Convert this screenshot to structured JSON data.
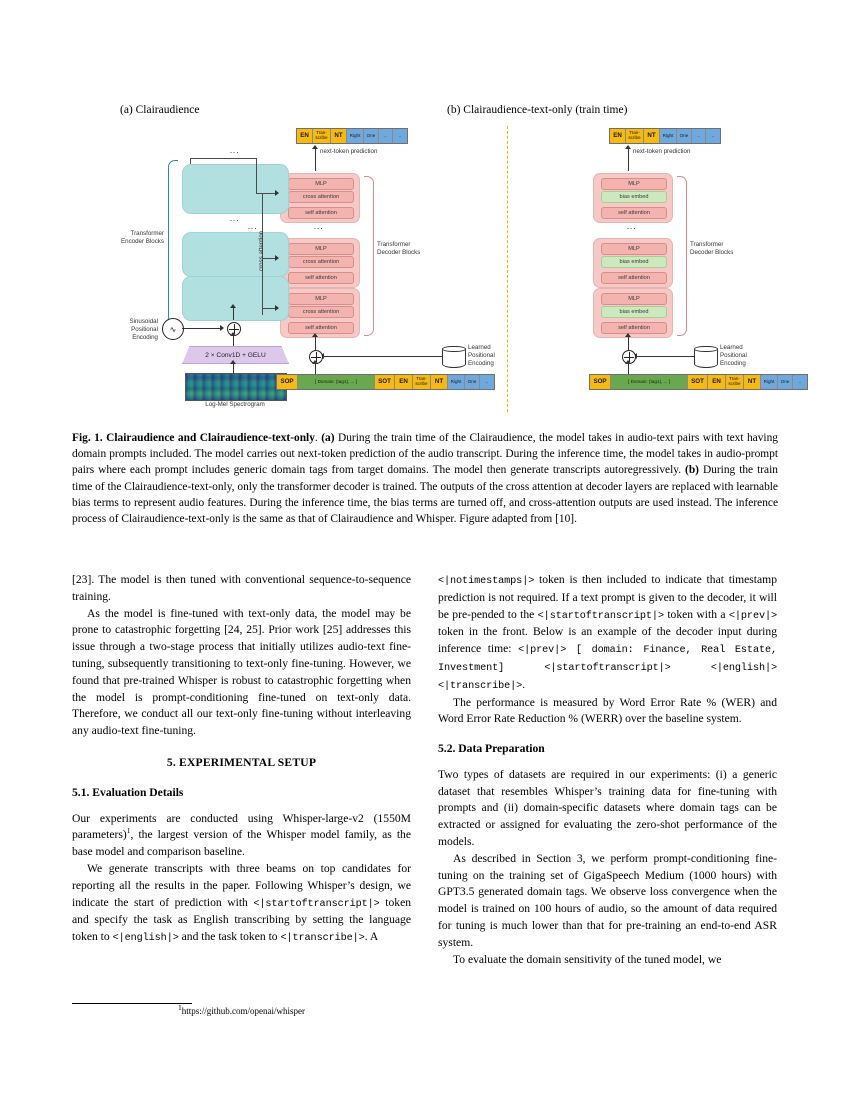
{
  "figure": {
    "panel_a_title": "(a) Clairaudience",
    "panel_b_title": "(b) Clairaudience-text-only (train time)",
    "labels": {
      "encoder_blocks": "Transformer\nEncoder Blocks",
      "sinusoidal": "Sinusoidal\nPositional\nEncoding",
      "conv": "2 × Conv1D + GELU",
      "spectrogram": "Log-Mel Spectrogram",
      "cross_attention": "cross attention",
      "decoder_blocks": "Transformer\nDecoder Blocks",
      "learned_pe": "Learned\nPositional\nEncoding",
      "next_token": "next-token\nprediction",
      "mlp": "MLP",
      "cross_attn_block": "cross attention",
      "self_attn_block": "self attention",
      "bias_embed": "bias embed"
    },
    "output_tokens": [
      {
        "text": "EN",
        "color": "yellow",
        "w": 16
      },
      {
        "text": "Tran-\nscribe",
        "color": "yellow",
        "w": 18,
        "small": true
      },
      {
        "text": "NT",
        "color": "yellow",
        "w": 16
      },
      {
        "text": "Right",
        "color": "blue",
        "w": 17,
        "small": true
      },
      {
        "text": "One",
        "color": "blue",
        "w": 15,
        "small": true
      },
      {
        "text": "..",
        "color": "blue",
        "w": 14,
        "small": true
      },
      {
        "text": "..",
        "color": "blue",
        "w": 14,
        "small": true
      }
    ],
    "input_tokens": [
      {
        "text": "SOP",
        "color": "yellow",
        "w": 21
      },
      {
        "text": "[ Domain: {tag1}, ... ]",
        "color": "green",
        "w": 77,
        "small": true
      },
      {
        "text": "SOT",
        "color": "yellow",
        "w": 20
      },
      {
        "text": "EN",
        "color": "yellow",
        "w": 18
      },
      {
        "text": "Tran-\nscribe",
        "color": "yellow",
        "w": 18,
        "small": true
      },
      {
        "text": "NT",
        "color": "yellow",
        "w": 17
      },
      {
        "text": "Right",
        "color": "blue",
        "w": 17,
        "small": true
      },
      {
        "text": "One",
        "color": "blue",
        "w": 15,
        "small": true
      },
      {
        "text": "..",
        "color": "blue",
        "w": 14,
        "small": true
      }
    ],
    "colors": {
      "encoder_block": "#b2e0e0",
      "decoder_block": "#f6c9c6",
      "sub_block": "#f3b3ae",
      "bias_block": "#cde8bf",
      "conv_block": "#ddc8ec",
      "token_yellow": "#f5b912",
      "token_green": "#6aa84f",
      "token_blue": "#6fa8dc",
      "divider": "#f0b400"
    }
  },
  "caption": {
    "label": "Fig. 1",
    "title": "Clairaudience and Clairaudience-text-only",
    "part_a_tag": "(a)",
    "part_a": "During the train time of the Clairaudience, the model takes in audio-text pairs with text having domain prompts included. The model carries out next-token prediction of the audio transcript. During the inference time, the model takes in audio-prompt pairs where each prompt includes generic domain tags from target domains. The model then generate transcripts autoregressively.",
    "part_b_tag": "(b)",
    "part_b": "During the train time of the Clairaudience-text-only, only the transformer decoder is trained. The outputs of the cross attention at decoder layers are replaced with learnable bias terms to represent audio features. During the inference time, the bias terms are turned off, and cross-attention outputs are used instead. The inference process of Clairaudience-text-only is the same as that of Clairaudience and Whisper. Figure adapted from [10]."
  },
  "body": {
    "left": {
      "p1": "[23]. The model is then tuned with conventional sequence-to-sequence training.",
      "p2": "As the model is fine-tuned with text-only data, the model may be prone to catastrophic forgetting [24, 25]. Prior work [25] addresses this issue through a two-stage process that initially utilizes audio-text fine-tuning, subsequently transitioning to text-only fine-tuning. However, we found that pre-trained Whisper is robust to catastrophic forgetting when the model is prompt-conditioning fine-tuned on text-only data. Therefore, we conduct all our text-only fine-tuning without interleaving any audio-text fine-tuning.",
      "section_heading": "5.  EXPERIMENTAL SETUP",
      "sub_heading": "5.1.  Evaluation Details",
      "p3_part1": "Our experiments are conducted using Whisper-large-v2 (1550M parameters)",
      "p3_sup": "1",
      "p3_part2": ", the largest version of the Whisper model family, as the base model and comparison baseline.",
      "p4_a": "We generate transcripts with three beams on top candidates for reporting all the results in the paper. Following Whisper’s design, we indicate the start of prediction with ",
      "p4_code1": "<|startoftranscript|>",
      "p4_b": " token and specify the task as English transcribing by setting the language token to ",
      "p4_code2": "<|english|>",
      "p4_c": " and the task token to ",
      "p4_code3": "<|transcribe|>",
      "p4_d": ". A"
    },
    "right": {
      "p1_code1": "<|notimestamps|>",
      "p1_a": " token is then included to indicate that timestamp prediction is not required. If a text prompt is given to the decoder, it will be pre-pended to the ",
      "p1_code2": "<|startoftranscript|>",
      "p1_b": " token with a ",
      "p1_code3": "<|prev|>",
      "p1_c": " token in the front. Below is an example of the decoder input during inference time: ",
      "p1_code4": "<|prev|> [ domain: Finance, Real Estate, Investment] <|startoftranscript|> <|english|> <|transcribe|>",
      "p1_d": ".",
      "p2": "The performance is measured by Word Error Rate % (WER) and Word Error Rate Reduction % (WERR) over the baseline system.",
      "sub_heading": "5.2.  Data Preparation",
      "p3": "Two types of datasets are required in our experiments: (i) a generic dataset that resembles Whisper’s training data for fine-tuning with prompts and (ii) domain-specific datasets where domain tags can be extracted or assigned for evaluating the zero-shot performance of the models.",
      "p4": "As described in Section 3, we perform prompt-conditioning fine-tuning on the training set of GigaSpeech Medium (1000 hours) with GPT3.5 generated domain tags. We observe loss convergence when the model is trained on 100 hours of audio, so the amount of data required for tuning is much lower than that for pre-training an end-to-end ASR system.",
      "p5": "To evaluate the domain sensitivity of the tuned model, we"
    }
  },
  "footnote": {
    "marker": "1",
    "text": "https://github.com/openai/whisper"
  }
}
